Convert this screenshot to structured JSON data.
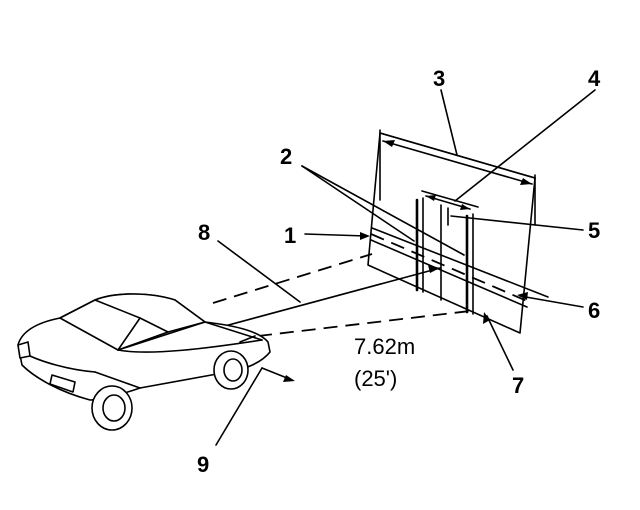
{
  "callouts": {
    "c1": "1",
    "c2": "2",
    "c3": "3",
    "c4": "4",
    "c5": "5",
    "c6": "6",
    "c7": "7",
    "c8": "8",
    "c9": "9"
  },
  "distance": {
    "metric": "7.62m",
    "imperial": "(25')"
  }
}
